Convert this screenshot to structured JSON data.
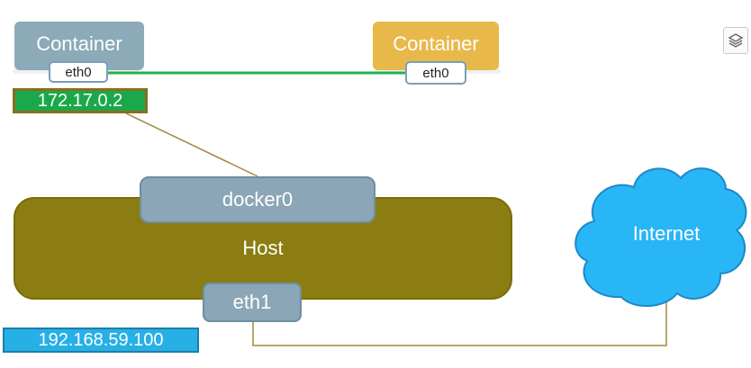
{
  "diagram": {
    "left_container": {
      "label": "Container",
      "iface": "eth0",
      "ip": "172.17.0.2"
    },
    "right_container": {
      "label": "Container",
      "iface": "eth0"
    },
    "host": {
      "label": "Host",
      "bridge": "docker0",
      "uplink": "eth1",
      "ip": "192.168.59.100"
    },
    "cloud": {
      "label": "Internet"
    }
  },
  "colors": {
    "left_container": "#8caab8",
    "right_container": "#e8b94a",
    "host": "#8b7d12",
    "bridge": "#8ba6b6",
    "container_link": "#22b14c",
    "wire": "#a08a3c",
    "ip_green": "#1aa84a",
    "ip_blue": "#27b0e6",
    "cloud": "#29b6f6"
  },
  "toolbar": {
    "layers_icon": "layers-icon"
  }
}
